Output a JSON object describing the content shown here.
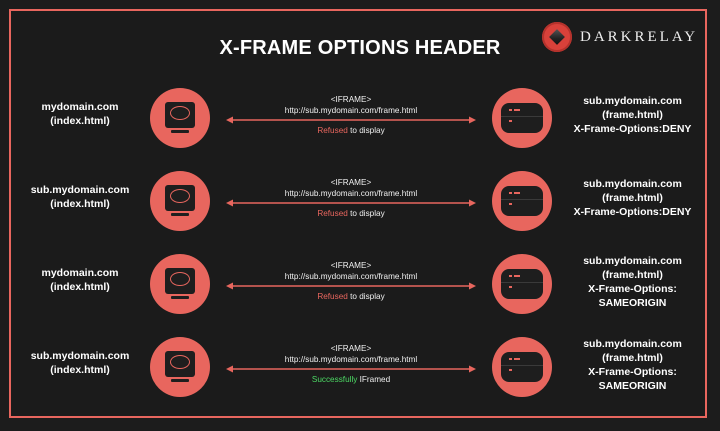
{
  "title": "X-FRAME OPTIONS HEADER",
  "brand": {
    "name": "DARKRELAY",
    "logo_icon": "cube-logo-icon"
  },
  "colors": {
    "accent": "#e8665e",
    "success": "#4cd964",
    "background": "#1b1b1b"
  },
  "rows": [
    {
      "client": {
        "line1": "mydomain.com",
        "line2": "(index.html)"
      },
      "iframe_tag": "<IFRAME>",
      "url": "http://sub.mydomain.com/frame.html",
      "result_status": "Refused",
      "result_rest": " to display",
      "result_type": "refused",
      "server": {
        "line1": "sub.mydomain.com",
        "line2": "(frame.html)",
        "line3": "X-Frame-Options:DENY",
        "line4": ""
      }
    },
    {
      "client": {
        "line1": "sub.mydomain.com",
        "line2": "(index.html)"
      },
      "iframe_tag": "<IFRAME>",
      "url": "http://sub.mydomain.com/frame.html",
      "result_status": "Refused",
      "result_rest": " to display",
      "result_type": "refused",
      "server": {
        "line1": "sub.mydomain.com",
        "line2": "(frame.html)",
        "line3": "X-Frame-Options:DENY",
        "line4": ""
      }
    },
    {
      "client": {
        "line1": "mydomain.com",
        "line2": "(index.html)"
      },
      "iframe_tag": "<IFRAME>",
      "url": "http://sub.mydomain.com/frame.html",
      "result_status": "Refused",
      "result_rest": " to display",
      "result_type": "refused",
      "server": {
        "line1": "sub.mydomain.com",
        "line2": "(frame.html)",
        "line3": "X-Frame-Options:",
        "line4": "SAMEORIGIN"
      }
    },
    {
      "client": {
        "line1": "sub.mydomain.com",
        "line2": "(index.html)"
      },
      "iframe_tag": "<IFRAME>",
      "url": "http://sub.mydomain.com/frame.html",
      "result_status": "Successfully",
      "result_rest": " IFramed",
      "result_type": "success",
      "server": {
        "line1": "sub.mydomain.com",
        "line2": "(frame.html)",
        "line3": "X-Frame-Options:",
        "line4": "SAMEORIGIN"
      }
    }
  ]
}
